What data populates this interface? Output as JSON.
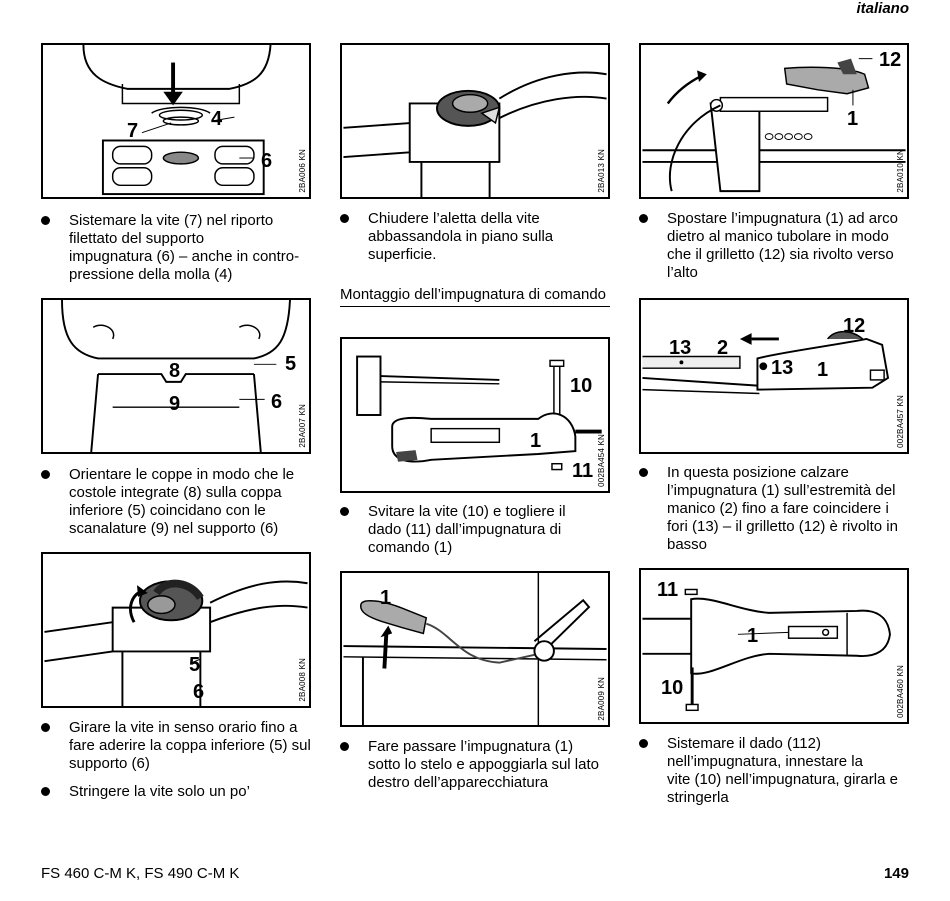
{
  "header": {
    "language": "italiano"
  },
  "figures": [
    {
      "code": "2BA006 KN",
      "callouts": [
        "7",
        "4",
        "6"
      ]
    },
    {
      "code": "2BA007 KN",
      "callouts": [
        "8",
        "5",
        "9",
        "6"
      ]
    },
    {
      "code": "2BA008 KN",
      "callouts": [
        "5",
        "6"
      ]
    },
    {
      "code": "2BA013 KN",
      "callouts": []
    },
    {
      "code": "002BA454 KN",
      "callouts": [
        "10",
        "1",
        "11"
      ]
    },
    {
      "code": "2BA009 KN",
      "callouts": [
        "1"
      ]
    },
    {
      "code": "2BA010 KN",
      "callouts": [
        "12",
        "1"
      ]
    },
    {
      "code": "002BA457 KN",
      "callouts": [
        "12",
        "13",
        "2",
        "13",
        "1"
      ]
    },
    {
      "code": "002BA460 KN",
      "callouts": [
        "11",
        "1",
        "10"
      ]
    }
  ],
  "steps": [
    "Sistemare la vite (7) nel riporto\nfilettato del supporto\nimpugnatura (6) – anche in contro-\npressione della molla (4)",
    "Orientare le coppe in modo che le\ncostole integrate (8) sulla coppa\ninferiore (5) coincidano con le\nscanalature (9) nel supporto (6)",
    "Girare la vite in senso orario fino a\nfare aderire la coppa inferiore (5) sul\nsupporto (6)",
    "Stringere la vite solo un po’",
    "Chiudere l’aletta della vite\nabbassandola in piano sulla\nsuperficie.",
    "Svitare la vite (10) e togliere il\ndado (11) dall’impugnatura di\ncomando (1)",
    "Fare passare l’impugnatura (1)\nsotto lo stelo e appoggiarla sul lato\ndestro dell’apparecchiatura",
    "Spostare l’impugnatura (1) ad arco\ndietro al manico tubolare in modo\nche il grilletto (12) sia rivolto verso\nl’alto",
    "In questa posizione calzare\nl’impugnatura (1) sull’estremità del\nmanico (2) fino a fare coincidere i\nfori (13) – il grilletto (12) è rivolto in\nbasso",
    "Sistemare il dado (112)\nnell’impugnatura, innestare la\nvite (10) nell’impugnatura, girarla e\nstringerla"
  ],
  "section": {
    "title": "Montaggio dell’impugnatura di comando"
  },
  "footer": {
    "model": "FS 460 C-M K, FS 490 C-M K",
    "page": "149"
  }
}
